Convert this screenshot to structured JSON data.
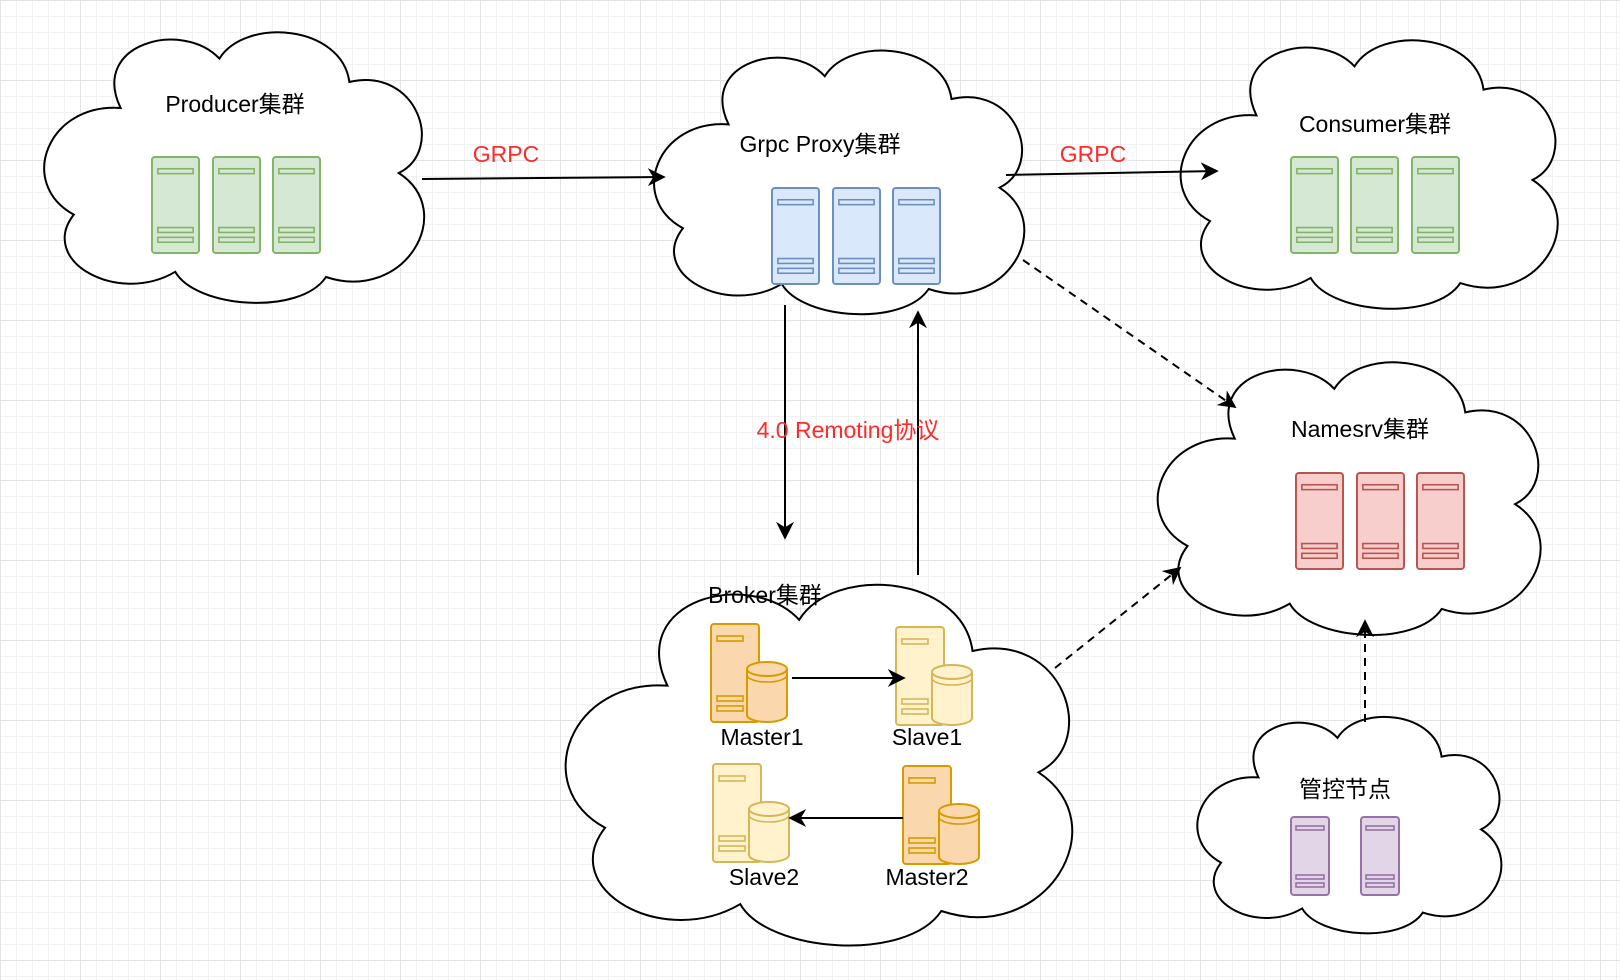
{
  "clusters": {
    "producer": "Producer集群",
    "proxy": "Grpc Proxy集群",
    "consumer": "Consumer集群",
    "namesrv": "Namesrv集群",
    "broker": "Broker集群",
    "control": "管控节点"
  },
  "broker_nodes": {
    "master1": "Master1",
    "slave1": "Slave1",
    "master2": "Master2",
    "slave2": "Slave2"
  },
  "edge_labels": {
    "producer_to_proxy": "GRPC",
    "proxy_to_consumer": "GRPC",
    "proxy_broker": "4.0 Remoting协议"
  },
  "colors": {
    "producer_servers": {
      "fill": "#d5e8d4",
      "stroke": "#82b366"
    },
    "proxy_servers": {
      "fill": "#dae8fc",
      "stroke": "#6c8ebf"
    },
    "consumer_servers": {
      "fill": "#d5e8d4",
      "stroke": "#82b366"
    },
    "namesrv_servers": {
      "fill": "#f8cecc",
      "stroke": "#b85450"
    },
    "control_servers": {
      "fill": "#e1d5e7",
      "stroke": "#9673a6"
    },
    "master": {
      "fill": "#fad7ac",
      "stroke": "#d79b00"
    },
    "slave": {
      "fill": "#fff2cc",
      "stroke": "#d6b656"
    },
    "edge_label": "#ff2a2a"
  },
  "icons": [
    "server-icon",
    "database-icon"
  ]
}
